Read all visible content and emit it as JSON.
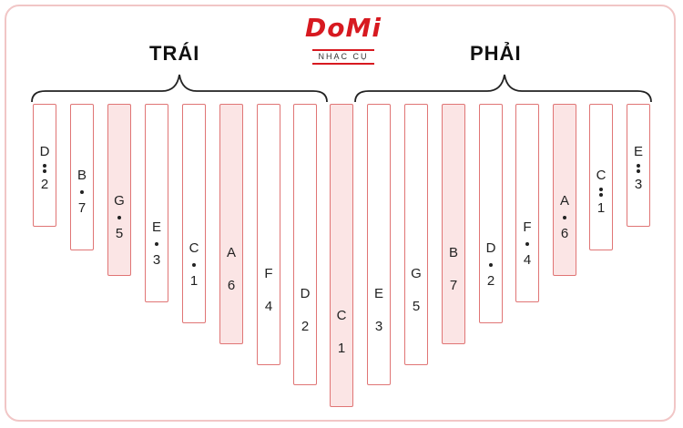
{
  "brand": {
    "word": "DoMi",
    "subtitle": "NHẠC CỤ"
  },
  "labels": {
    "left": "TRÁI",
    "right": "PHẢI"
  },
  "colors": {
    "accent": "#d71920",
    "highlight": "#fbe5e5",
    "key_border": "#e07575"
  },
  "keys": [
    {
      "note": "D",
      "number": "2",
      "dots": 2,
      "highlight": false
    },
    {
      "note": "B",
      "number": "7",
      "dots": 1,
      "highlight": false
    },
    {
      "note": "G",
      "number": "5",
      "dots": 1,
      "highlight": true
    },
    {
      "note": "E",
      "number": "3",
      "dots": 1,
      "highlight": false
    },
    {
      "note": "C",
      "number": "1",
      "dots": 1,
      "highlight": false
    },
    {
      "note": "A",
      "number": "6",
      "dots": 0,
      "highlight": true
    },
    {
      "note": "F",
      "number": "4",
      "dots": 0,
      "highlight": false
    },
    {
      "note": "D",
      "number": "2",
      "dots": 0,
      "highlight": false
    },
    {
      "note": "C",
      "number": "1",
      "dots": 0,
      "highlight": true
    },
    {
      "note": "E",
      "number": "3",
      "dots": 0,
      "highlight": false
    },
    {
      "note": "G",
      "number": "5",
      "dots": 0,
      "highlight": false
    },
    {
      "note": "B",
      "number": "7",
      "dots": 0,
      "highlight": true
    },
    {
      "note": "D",
      "number": "2",
      "dots": 1,
      "highlight": false
    },
    {
      "note": "F",
      "number": "4",
      "dots": 1,
      "highlight": false
    },
    {
      "note": "A",
      "number": "6",
      "dots": 1,
      "highlight": true
    },
    {
      "note": "C",
      "number": "1",
      "dots": 2,
      "highlight": false
    },
    {
      "note": "E",
      "number": "3",
      "dots": 2,
      "highlight": false
    }
  ]
}
